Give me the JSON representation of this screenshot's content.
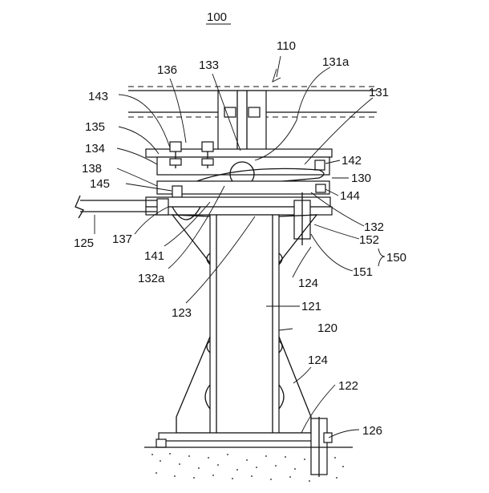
{
  "figure": {
    "title": "100",
    "labels": {
      "l110": "110",
      "l131a": "131a",
      "l133": "133",
      "l136": "136",
      "l131": "131",
      "l143": "143",
      "l135": "135",
      "l142": "142",
      "l134": "134",
      "l138": "138",
      "l130": "130",
      "l145": "145",
      "l144": "144",
      "l132": "132",
      "l125": "125",
      "l137": "137",
      "l141": "141",
      "l152": "152",
      "l150": "150",
      "l151": "151",
      "l132a": "132a",
      "l124a": "124",
      "l123": "123",
      "l121": "121",
      "l120": "120",
      "l124b": "124",
      "l122": "122",
      "l126": "126"
    }
  }
}
